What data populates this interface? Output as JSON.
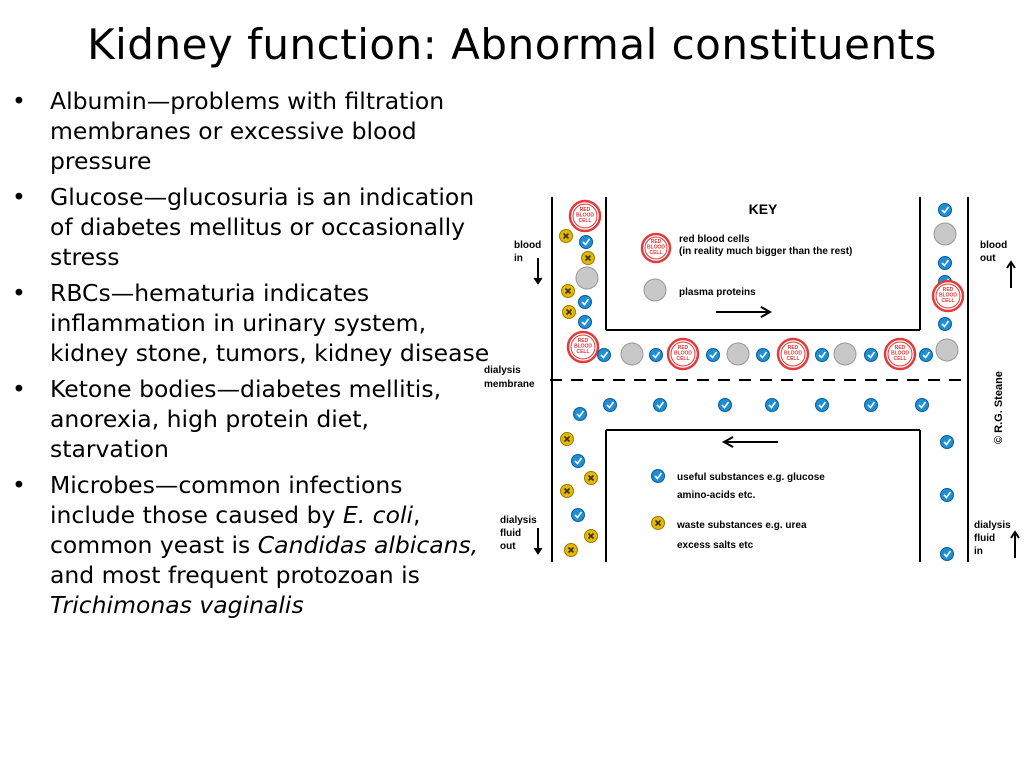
{
  "title": "Kidney function: Abnormal constituents",
  "bullets": [
    {
      "parts": [
        {
          "text": "Albumin—problems with filtration membranes or excessive blood pressure"
        }
      ]
    },
    {
      "parts": [
        {
          "text": "Glucose—glucosuria is an indication of diabetes mellitus or occasionally stress"
        }
      ]
    },
    {
      "parts": [
        {
          "text": "RBCs—hematuria indicates inflammation in urinary system, kidney stone, tumors, kidney disease"
        }
      ]
    },
    {
      "parts": [
        {
          "text": "Ketone bodies—diabetes mellitis, anorexia, high protein diet, starvation"
        }
      ]
    },
    {
      "parts": [
        {
          "text": "Microbes—common infections include those caused by "
        },
        {
          "text": "E. coli",
          "italic": true
        },
        {
          "text": ", common yeast is "
        },
        {
          "text": "Candidas albicans,",
          "italic": true
        },
        {
          "text": " and most frequent protozoan is "
        },
        {
          "text": "Trichimonas vaginalis",
          "italic": true
        }
      ]
    }
  ],
  "diagram": {
    "key_title": "KEY",
    "rbc_label": [
      "RED",
      "BLOOD",
      "CELL"
    ],
    "legend": {
      "rbc": [
        "red blood cells",
        "(in reality much bigger than the rest)"
      ],
      "plasma": "plasma proteins",
      "useful": [
        "useful substances e.g. glucose",
        "amino-acids etc."
      ],
      "waste": [
        "waste substances e.g. urea",
        "excess salts etc"
      ]
    },
    "labels": {
      "blood_in": [
        "blood",
        "in"
      ],
      "blood_out": [
        "blood",
        "out"
      ],
      "dialysis_membrane": [
        "dialysis",
        "membrane"
      ],
      "fluid_out": [
        "dialysis",
        "fluid",
        "out"
      ],
      "fluid_in": [
        "dialysis",
        "fluid",
        "in"
      ],
      "copyright": "© R.G. Steane"
    },
    "colors": {
      "rbc": "#e23b3b",
      "protein": "#c8c8c8",
      "useful": "#1e8fd6",
      "waste": "#e6b800"
    }
  }
}
